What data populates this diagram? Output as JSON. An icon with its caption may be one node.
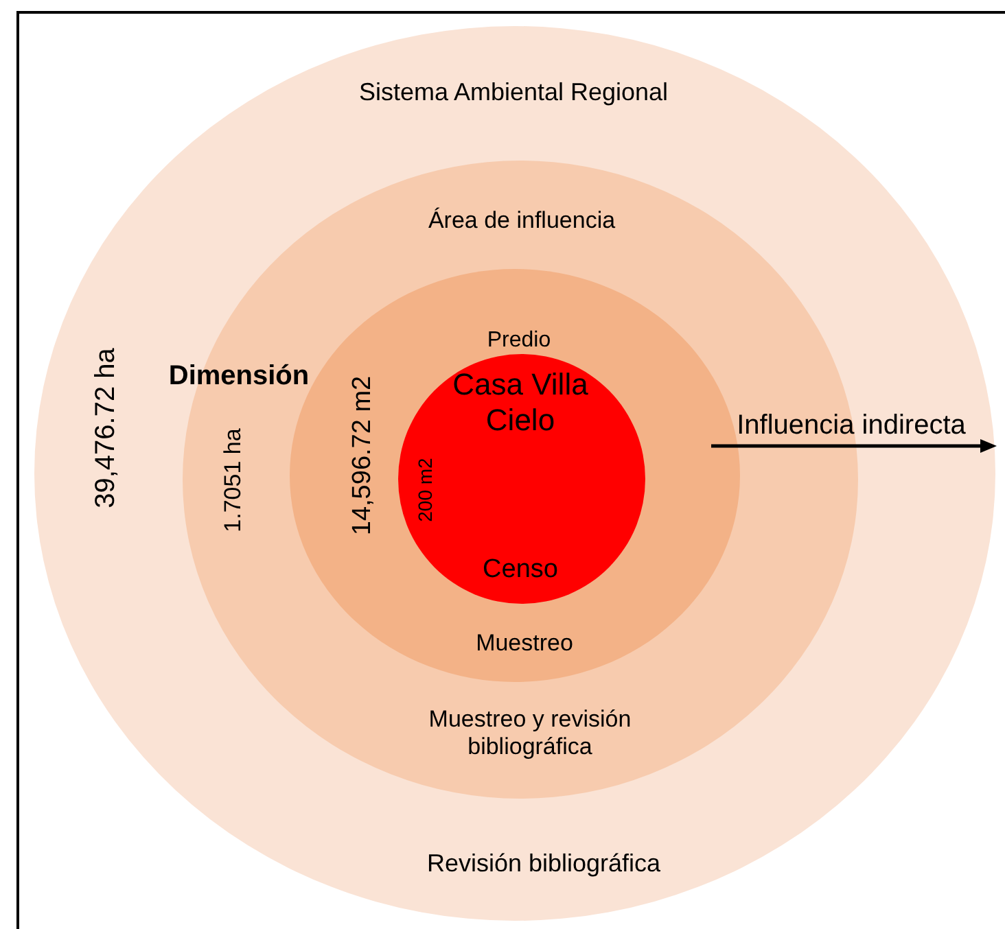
{
  "diagram": {
    "nodes": [
      {
        "text": [
          "Sistema Ambiental Regional",
          "Revisión bibliográfica",
          "39,476.72 ha"
        ]
      },
      {
        "text": [
          "Área de influencia",
          "Muestreo y revisión bibliográfica",
          "1.7051 ha"
        ],
        "in": 0
      },
      {
        "text": [
          "Predio",
          "Muestreo",
          "14,596.72 m2"
        ],
        "in": 1
      },
      {
        "text": [
          "Casa Villa Cielo",
          "Censo",
          "200 m2"
        ],
        "in": 2
      }
    ],
    "labels": [
      "Dimensión",
      "Influencia indirecta"
    ]
  }
}
